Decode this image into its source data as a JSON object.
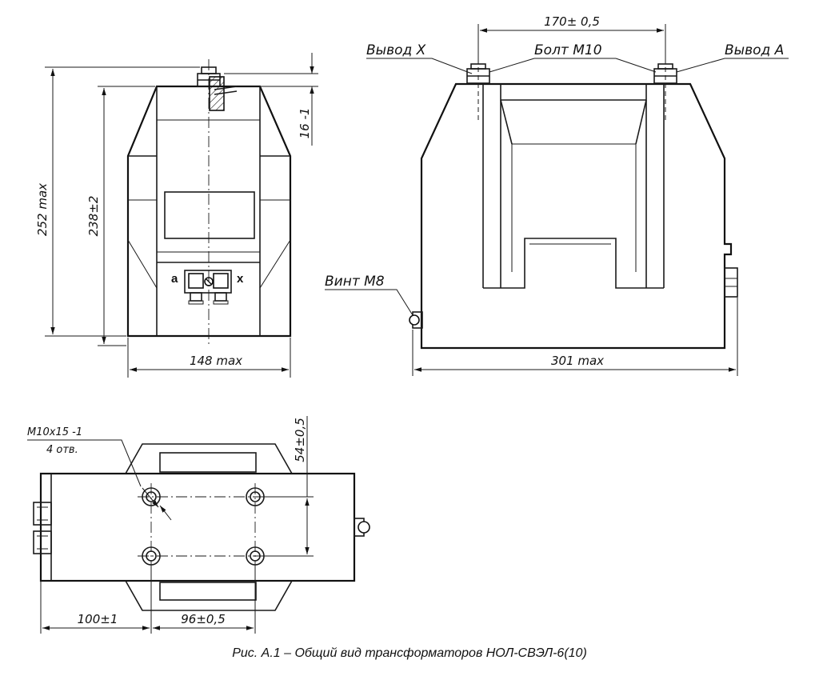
{
  "front_view": {
    "dim_total_height": "252 max",
    "dim_body_height": "238±2",
    "dim_terminal_height": "16 -1",
    "dim_width": "148 max",
    "terminal_a": "a",
    "terminal_x": "x"
  },
  "side_view": {
    "dim_terminal_spacing": "170± 0,5",
    "label_terminal_x": "Вывод X",
    "label_bolt": "Болт М10",
    "label_terminal_a": "Вывод А",
    "label_screw": "Винт М8",
    "dim_length": "301 max"
  },
  "top_view": {
    "hole_callout_line1": "М10х15 -1",
    "hole_callout_line2": "4 отв.",
    "dim_hole_spacing_vertical": "54±0,5",
    "dim_edge_offset": "100±1",
    "dim_hole_spacing_horizontal": "96±0,5"
  },
  "caption": "Рис. А.1 – Общий вид трансформаторов НОЛ-СВЭЛ-6(10)"
}
